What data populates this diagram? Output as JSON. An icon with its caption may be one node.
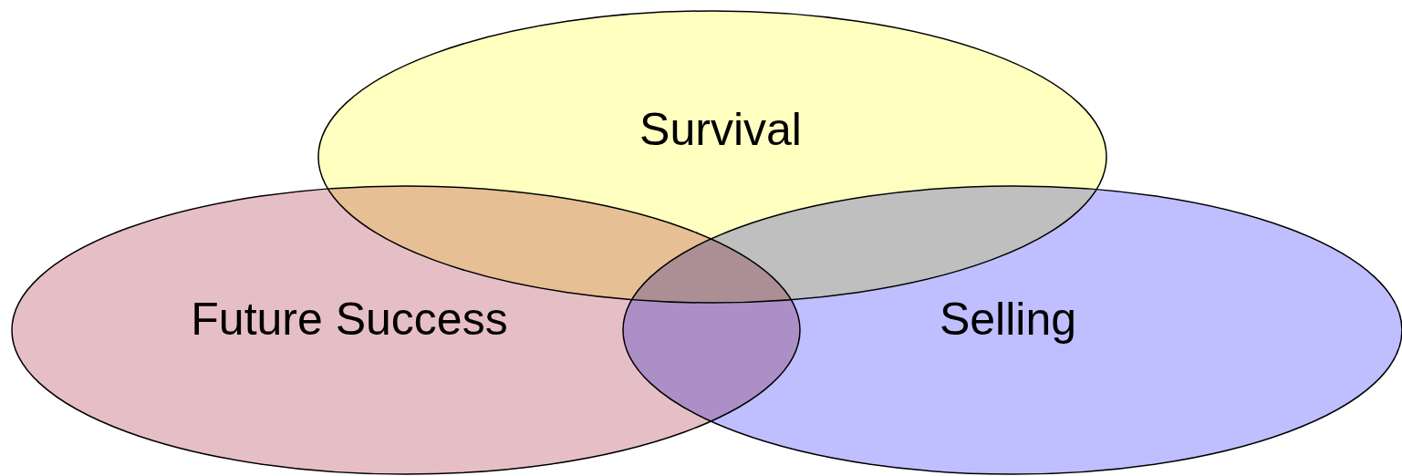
{
  "diagram": {
    "nodes": [
      {
        "text": [
          "Survival"
        ]
      },
      {
        "text": [
          "Future Success"
        ]
      },
      {
        "text": [
          "Selling"
        ]
      }
    ]
  }
}
